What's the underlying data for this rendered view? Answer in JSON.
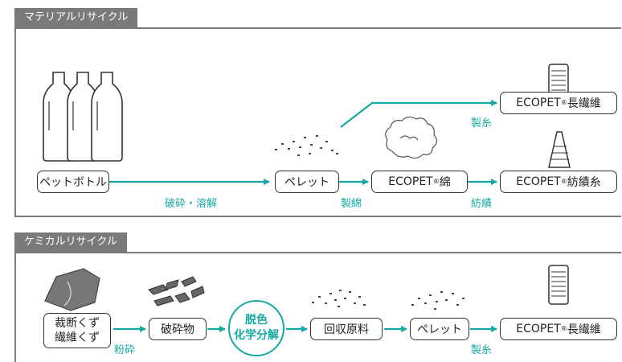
{
  "material": {
    "title": "マテリアルリサイクル",
    "nodes": {
      "bottle": "ペットボトル",
      "pellet": "ペレット",
      "ecopet_prefix": "ECOPET",
      "ecopet_cotton_suffix": "綿",
      "long_fiber_suffix": "長繊維",
      "spun_yarn_suffix": "紡績糸"
    },
    "labels": {
      "crush_melt": "破砕・溶解",
      "cotton_making": "製綿",
      "spinning": "紡績",
      "yarn_making": "製糸"
    }
  },
  "chemical": {
    "title": "ケミカルリサイクル",
    "nodes": {
      "scraps_line1": "裁断くず",
      "scraps_line2": "繊維くず",
      "crushed": "破砕物",
      "decolor_line1": "脱色",
      "decolor_line2": "化学分解",
      "raw": "回収原料",
      "pellet": "ペレット",
      "ecopet_prefix": "ECOPET",
      "long_fiber_suffix": "長繊維"
    },
    "labels": {
      "pulverize": "粉砕",
      "yarn_making": "製糸"
    }
  },
  "registered_mark": "®",
  "colors": {
    "accent": "#16a8a4",
    "section": "#7a7a7a"
  }
}
